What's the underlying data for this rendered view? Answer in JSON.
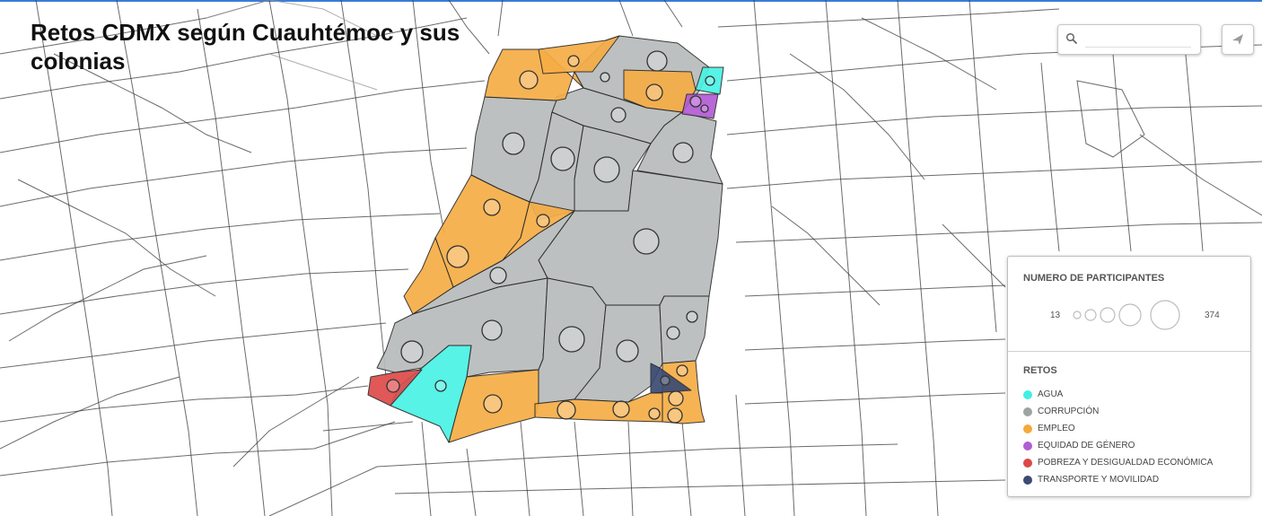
{
  "title": "Retos CDMX según Cuauhtémoc y sus colonias",
  "search": {
    "placeholder": "",
    "value": ""
  },
  "icons": {
    "search": "search-icon",
    "share": "share-arrow-icon"
  },
  "legend": {
    "size_title": "NUMERO DE PARTICIPANTES",
    "size_min": "13",
    "size_max": "374",
    "category_title": "RETOS",
    "items": [
      {
        "label": "AGUA",
        "color": "#40f0e2"
      },
      {
        "label": "CORRUPCIÓN",
        "color": "#9ea3a3"
      },
      {
        "label": "EMPLEO",
        "color": "#f3a93c"
      },
      {
        "label": "EQUIDAD DE GÉNERO",
        "color": "#b05fd1"
      },
      {
        "label": "POBREZA Y DESIGUALDAD ECONÓMICA",
        "color": "#dc4848"
      },
      {
        "label": "TRANSPORTE Y MOVILIDAD",
        "color": "#3c4b72"
      }
    ]
  }
}
